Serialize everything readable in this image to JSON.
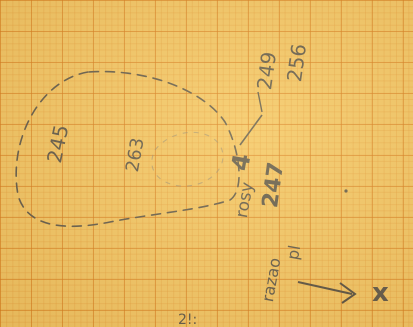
{
  "sketch": {
    "blob_left_label": "245",
    "blob_center_label": "263",
    "near_line_label": "4",
    "mid_label": "rosy",
    "bottom_label": "247",
    "fraction_top": "249",
    "fraction_bottom": "256",
    "vertical_note_1": "razao",
    "vertical_note_2": "pl",
    "x_label": "x",
    "bottom_edge_note": "2!:",
    "ink_color": "#57524a",
    "paper_color": "#f4c767",
    "grid_color": "#d6781a"
  }
}
